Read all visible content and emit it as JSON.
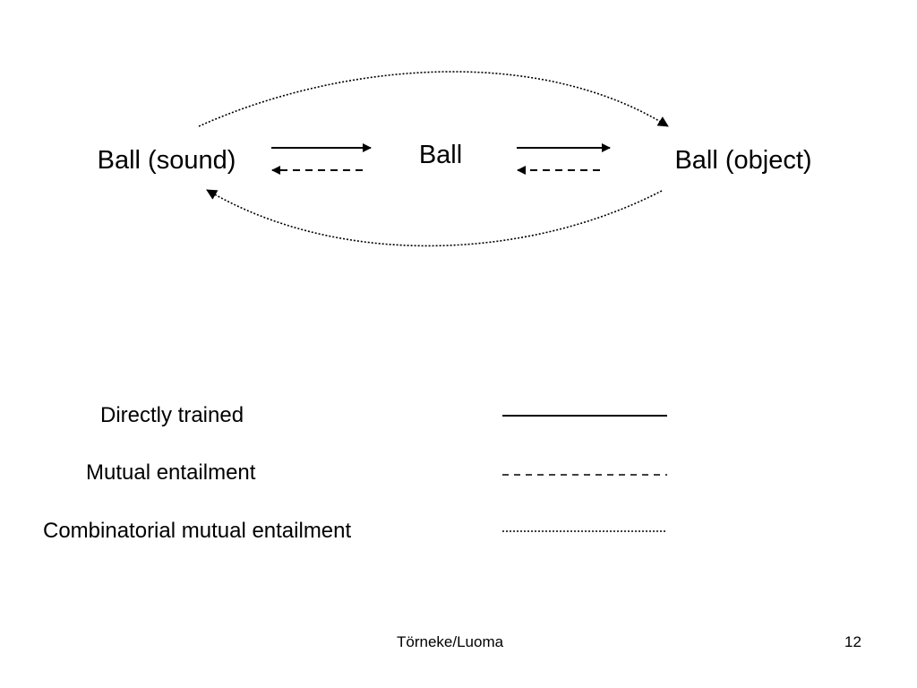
{
  "diagram": {
    "nodes": {
      "sound": "Ball (sound)",
      "word": "Ball",
      "object": "Ball (object)"
    }
  },
  "legend": {
    "items": [
      {
        "label": "Directly trained",
        "style": "solid"
      },
      {
        "label": "Mutual entailment",
        "style": "dashed"
      },
      {
        "label": "Combinatorial mutual entailment",
        "style": "dotted"
      }
    ]
  },
  "footer": {
    "author": "Törneke/Luoma",
    "page_number": "12"
  },
  "colors": {
    "foreground": "#000000",
    "background": "#ffffff"
  }
}
